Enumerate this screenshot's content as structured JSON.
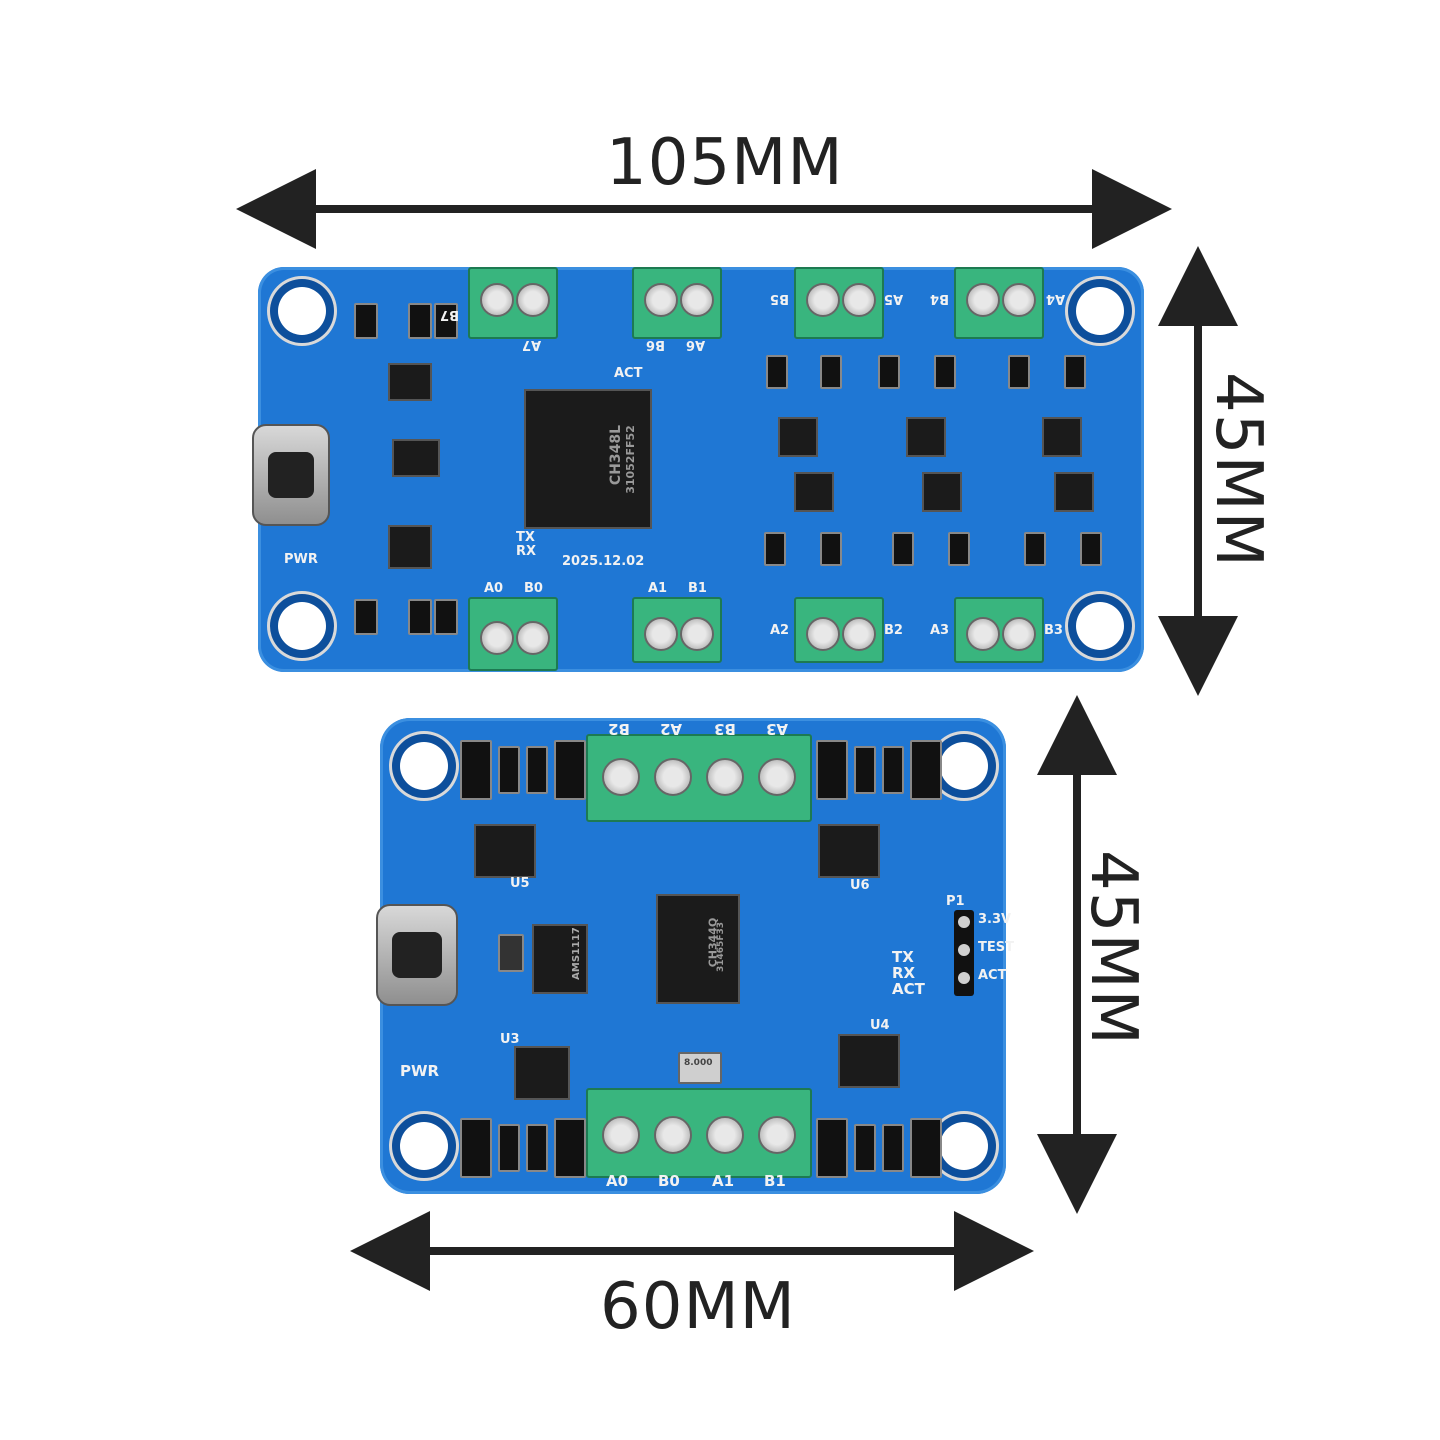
{
  "dimensions": {
    "top_width": "105MM",
    "top_height": "45MM",
    "bottom_height": "45MM",
    "bottom_width": "60MM"
  },
  "board_large": {
    "chip_label": "CH348L",
    "chip_code": "31052FF52",
    "date": "2025.12.02",
    "pwr": "PWR",
    "tx": "TX",
    "rx": "RX",
    "act": "ACT",
    "terminals_bottom": [
      "A0",
      "B0",
      "A1",
      "B1",
      "A2",
      "B2",
      "A3",
      "B3"
    ],
    "terminals_top": [
      "A7",
      "B7",
      "A6",
      "B6",
      "A5",
      "B5",
      "A4",
      "B4"
    ]
  },
  "board_small": {
    "chip_label": "CH344Q",
    "chip_code": "31465F33",
    "regulator": "AMS1117",
    "crystal": "8.000",
    "pwr": "PWR",
    "tx": "TX",
    "rx": "RX",
    "act": "ACT",
    "header": [
      "3.3V",
      "TEST",
      "ACT"
    ],
    "header_ref": "P1",
    "terminals_top": [
      "B2",
      "A2",
      "B3",
      "A3"
    ],
    "terminals_bottom": [
      "A0",
      "B0",
      "A1",
      "B1"
    ],
    "transceivers": [
      "U5",
      "U6",
      "U3",
      "U4"
    ]
  },
  "colors": {
    "pcb": "#1f77d4",
    "terminal": "#39b57e",
    "arrow": "#222222"
  }
}
